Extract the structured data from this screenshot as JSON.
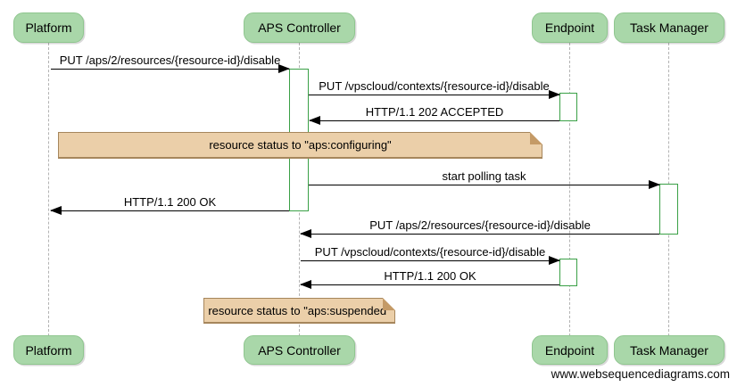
{
  "actors": [
    {
      "label": "Platform"
    },
    {
      "label": "APS Controller"
    },
    {
      "label": "Endpoint"
    },
    {
      "label": "Task Manager"
    }
  ],
  "messages": [
    {
      "label": "PUT /aps/2/resources/{resource-id}/disable",
      "from": "Platform",
      "to": "APS Controller"
    },
    {
      "label": "PUT /vpscloud/contexts/{resource-id}/disable",
      "from": "APS Controller",
      "to": "Endpoint"
    },
    {
      "label": "HTTP/1.1 202 ACCEPTED",
      "from": "Endpoint",
      "to": "APS Controller"
    },
    {
      "label": "start polling task",
      "from": "APS Controller",
      "to": "Task Manager"
    },
    {
      "label": "HTTP/1.1 200 OK",
      "from": "APS Controller",
      "to": "Platform"
    },
    {
      "label": "PUT /aps/2/resources/{resource-id}/disable",
      "from": "Task Manager",
      "to": "APS Controller"
    },
    {
      "label": "PUT /vpscloud/contexts/{resource-id}/disable",
      "from": "APS Controller",
      "to": "Endpoint"
    },
    {
      "label": "HTTP/1.1 200 OK",
      "from": "Endpoint",
      "to": "APS Controller"
    }
  ],
  "notes": [
    {
      "label": "resource status to \"aps:configuring\"",
      "over": "APS Controller"
    },
    {
      "label": "resource status to \"aps:suspended\"",
      "over": "APS Controller"
    }
  ],
  "watermark": "www.websequencediagrams.com",
  "colors": {
    "actor_fill": "#a9d7a9",
    "actor_border": "#8fc68f",
    "activation_border": "#3aa046",
    "note_fill": "#ebcfa9",
    "note_border": "#a6865c",
    "lifeline": "#b3b3b3",
    "message_line": "#000000"
  }
}
